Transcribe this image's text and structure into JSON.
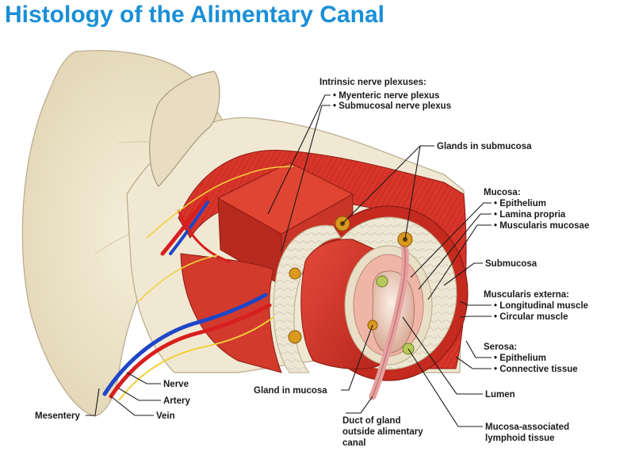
{
  "title": "Histology of the Alimentary Canal",
  "labels": {
    "intrinsic_plexuses": "Intrinsic nerve plexuses:",
    "myenteric": "• Myenteric nerve plexus",
    "submucosal_plexus": "• Submucosal nerve plexus",
    "glands_submucosa": "Glands in submucosa",
    "mucosa": "Mucosa:",
    "mucosa_epithelium": "• Epithelium",
    "lamina_propria": "• Lamina propria",
    "muscularis_mucosae": "• Muscularis mucosae",
    "submucosa": "Submucosa",
    "muscularis_externa": "Muscularis externa:",
    "longitudinal": "• Longitudinal muscle",
    "circular": "• Circular muscle",
    "serosa": "Serosa:",
    "serosa_epithelium": "• Epithelium",
    "connective": "• Connective tissue",
    "lumen": "Lumen",
    "malt_1": "Mucosa-associated",
    "malt_2": "lymphoid tissue",
    "duct_1": "Duct of gland",
    "duct_2": "outside alimentary",
    "duct_3": "canal",
    "gland_mucosa": "Gland in mucosa",
    "nerve": "Nerve",
    "artery": "Artery",
    "vein": "Vein",
    "mesentery": "Mesentery"
  },
  "colors": {
    "title": "#1a8fd6",
    "muscle": "#d8352a",
    "muscle_dark": "#a8221a",
    "submucosa": "#ece6d2",
    "mesentery": "#efe6cc",
    "artery": "#d81e1e",
    "vein": "#1e46c8",
    "nerve": "#f2d03a",
    "gland": "#d99a1e",
    "lumen": "#e9cbb8"
  }
}
